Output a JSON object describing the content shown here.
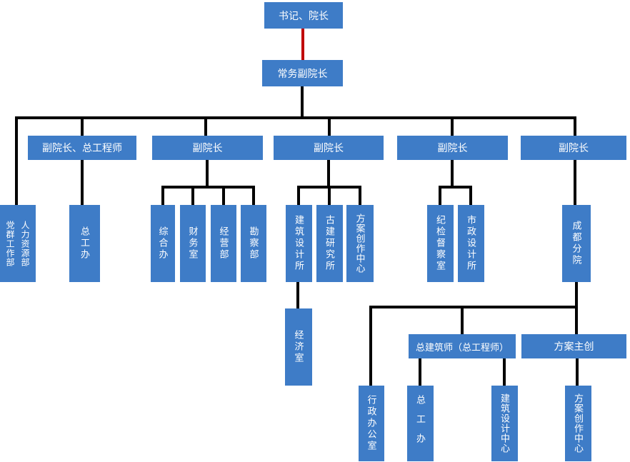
{
  "colors": {
    "box_fill": "#3E7CC7",
    "box_text": "#FFFFFF",
    "connector": "#000000",
    "top_connector_red": "#C00000",
    "background": "#FFFFFF"
  },
  "nodes": {
    "president": "书记、院长",
    "executive_vp": "常务副院长",
    "vp_chief_engineer": "副院长、总工程师",
    "vp_1": "副院长",
    "vp_2": "副院长",
    "vp_3": "副院长",
    "vp_4": "副院长",
    "party_mass_work_dept": "党群工作部",
    "hr_dept": "人力资源部",
    "chief_engineer_office": "总工办",
    "general_affairs_office": "综合办",
    "finance_office": "财务室",
    "business_dept": "经营部",
    "survey_dept": "勘察部",
    "architectural_design_institute": "建筑设计所",
    "ancient_architecture_institute": "古建研究所",
    "scheme_creation_center": "方案创作中心",
    "economics_office": "经济室",
    "discipline_inspection_office": "纪检督察室",
    "municipal_design_institute": "市政设计所",
    "chengdu_branch": "成都分院",
    "chief_architect": "总建筑师（总工程师）",
    "scheme_lead": "方案主创",
    "admin_office": "行政办公室",
    "chief_engineer_office_branch": "总工办",
    "architectural_design_center": "建筑设计中心",
    "scheme_creation_center_branch": "方案创作中心"
  },
  "edges": [
    {
      "from": "president",
      "to": "executive_vp",
      "style": "red"
    },
    {
      "from": "executive_vp",
      "to": "party_mass_work_dept_hr_dept",
      "style": "black"
    },
    {
      "from": "executive_vp",
      "to": "vp_chief_engineer",
      "style": "black"
    },
    {
      "from": "executive_vp",
      "to": "vp_1",
      "style": "black"
    },
    {
      "from": "executive_vp",
      "to": "vp_2",
      "style": "black"
    },
    {
      "from": "executive_vp",
      "to": "vp_3",
      "style": "black"
    },
    {
      "from": "executive_vp",
      "to": "vp_4",
      "style": "black"
    },
    {
      "from": "vp_chief_engineer",
      "to": "chief_engineer_office",
      "style": "black"
    },
    {
      "from": "vp_1",
      "to": "general_affairs_office",
      "style": "black"
    },
    {
      "from": "vp_1",
      "to": "finance_office",
      "style": "black"
    },
    {
      "from": "vp_1",
      "to": "business_dept",
      "style": "black"
    },
    {
      "from": "vp_1",
      "to": "survey_dept",
      "style": "black"
    },
    {
      "from": "vp_2",
      "to": "architectural_design_institute",
      "style": "black"
    },
    {
      "from": "vp_2",
      "to": "ancient_architecture_institute",
      "style": "black"
    },
    {
      "from": "vp_2",
      "to": "scheme_creation_center",
      "style": "black"
    },
    {
      "from": "architectural_design_institute",
      "to": "economics_office",
      "style": "black"
    },
    {
      "from": "vp_3",
      "to": "discipline_inspection_office",
      "style": "black"
    },
    {
      "from": "vp_3",
      "to": "municipal_design_institute",
      "style": "black"
    },
    {
      "from": "vp_4",
      "to": "chengdu_branch",
      "style": "black"
    },
    {
      "from": "chengdu_branch",
      "to": "admin_office",
      "style": "black"
    },
    {
      "from": "chengdu_branch",
      "to": "chief_architect",
      "style": "black"
    },
    {
      "from": "chengdu_branch",
      "to": "scheme_lead",
      "style": "black"
    },
    {
      "from": "chief_architect",
      "to": "chief_engineer_office_branch",
      "style": "black"
    },
    {
      "from": "chief_architect",
      "to": "architectural_design_center",
      "style": "black"
    },
    {
      "from": "scheme_lead",
      "to": "scheme_creation_center_branch",
      "style": "black"
    }
  ]
}
